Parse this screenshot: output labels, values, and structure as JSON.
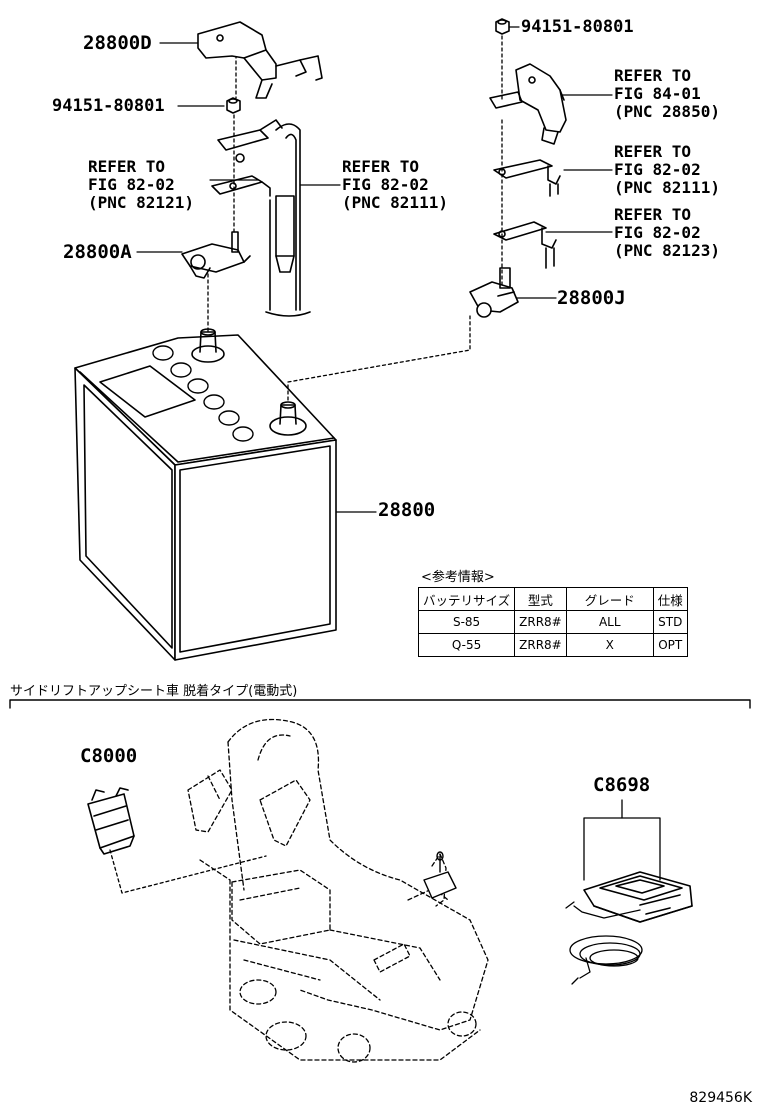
{
  "labels": {
    "p28800D": "28800D",
    "p94151_top": "94151-80801",
    "p94151_left": "94151-80801",
    "p28800A": "28800A",
    "p28800J": "28800J",
    "p28800": "28800",
    "pC8000": "C8000",
    "pC8698": "C8698"
  },
  "refs": {
    "r1": [
      "REFER TO",
      "FIG 84-01",
      "(PNC 28850)"
    ],
    "r2": [
      "REFER TO",
      "FIG 82-02",
      "(PNC 82111)"
    ],
    "r3": [
      "REFER TO",
      "FIG 82-02",
      "(PNC 82123)"
    ],
    "r4": [
      "REFER TO",
      "FIG 82-02",
      "(PNC 82121)"
    ],
    "r5": [
      "REFER TO",
      "FIG 82-02",
      "(PNC 82111)"
    ]
  },
  "info_table": {
    "caption": "<参考情報>",
    "headers": [
      "バッテリサイズ",
      "型式",
      "グレード",
      "仕様"
    ],
    "rows": [
      [
        "S-85",
        "ZRR8#",
        "ALL",
        "STD"
      ],
      [
        "Q-55",
        "ZRR8#",
        "X",
        "OPT"
      ]
    ]
  },
  "section_title": "サイドリフトアップシート車 脱着タイプ(電動式)",
  "figure_code": "829456K"
}
